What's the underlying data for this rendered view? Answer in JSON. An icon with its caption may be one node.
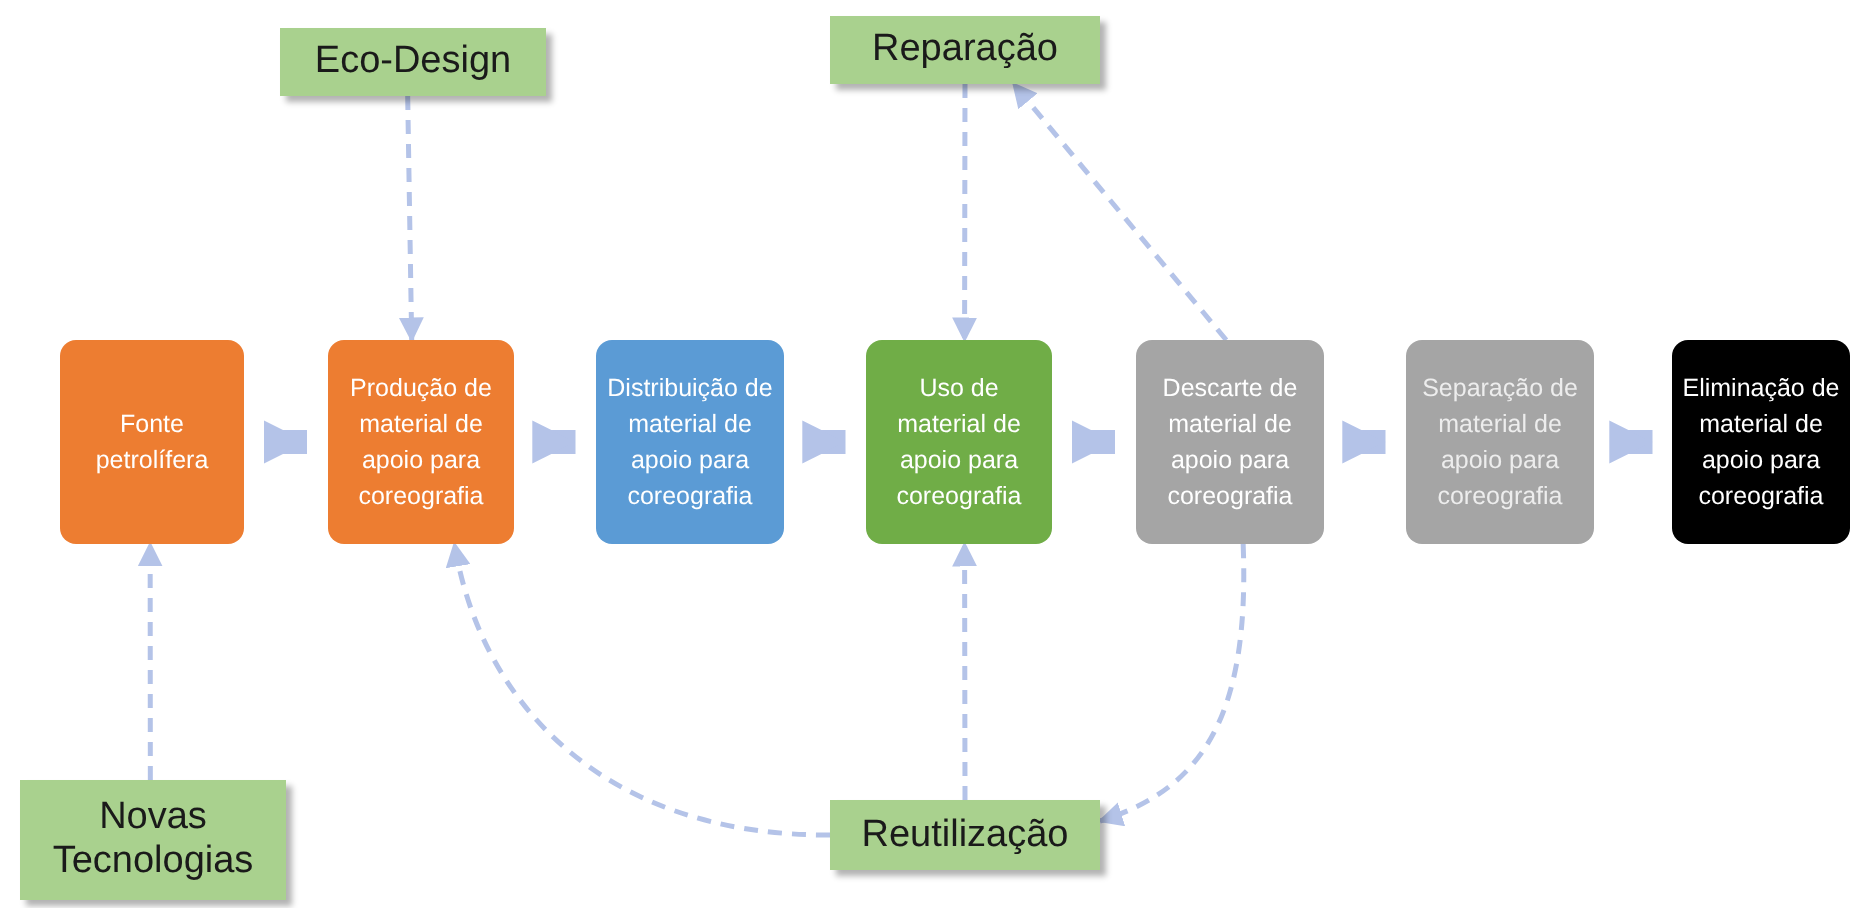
{
  "diagram": {
    "nodes": [
      {
        "text": [
          "Fonte petrolífera"
        ]
      },
      {
        "text": [
          "Produção de material de apoio para coreografia"
        ]
      },
      {
        "text": [
          "Distribuição de material de apoio para coreografia"
        ]
      },
      {
        "text": [
          "Uso de material de apoio para coreografia"
        ]
      },
      {
        "text": [
          "Descarte de material de apoio para coreografia"
        ]
      },
      {
        "text": [
          "Separação de material de apoio para coreografia"
        ]
      },
      {
        "text": [
          "Eliminação de material de apoio para coreografia"
        ]
      },
      {
        "text": [
          "Eco-Design"
        ]
      },
      {
        "text": [
          "Reparação"
        ]
      },
      {
        "text": [
          "Novas Tecnologias"
        ]
      },
      {
        "text": [
          "Reutilização"
        ]
      }
    ],
    "edges": [
      {
        "from": 0,
        "to": 1,
        "arrow": "to",
        "style": "thick"
      },
      {
        "from": 1,
        "to": 2,
        "arrow": "to",
        "style": "thick"
      },
      {
        "from": 2,
        "to": 3,
        "arrow": "to",
        "style": "thick"
      },
      {
        "from": 3,
        "to": 4,
        "arrow": "to",
        "style": "thick"
      },
      {
        "from": 4,
        "to": 5,
        "arrow": "to",
        "style": "thick"
      },
      {
        "from": 5,
        "to": 6,
        "arrow": "to",
        "style": "thick"
      },
      {
        "from": 7,
        "to": 1,
        "arrow": "to",
        "style": "dashed"
      },
      {
        "from": 8,
        "to": 3,
        "arrow": "to",
        "style": "dashed"
      },
      {
        "from": 4,
        "to": 8,
        "arrow": "to",
        "style": "dashed"
      },
      {
        "from": 9,
        "to": 0,
        "arrow": "to",
        "style": "dashed"
      },
      {
        "from": 10,
        "to": 3,
        "arrow": "to",
        "style": "dashed"
      },
      {
        "from": 10,
        "to": 1,
        "arrow": "to",
        "style": "dashed"
      },
      {
        "from": 4,
        "to": 10,
        "arrow": "to",
        "style": "dashed"
      }
    ]
  }
}
